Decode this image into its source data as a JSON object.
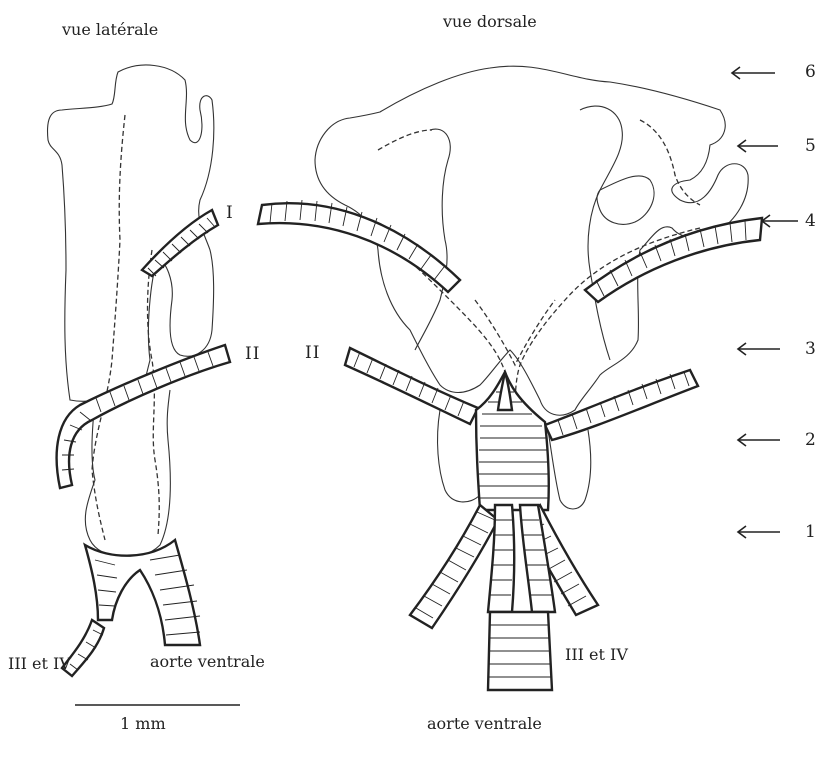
{
  "labels": {
    "lateral_view": "vue latérale",
    "dorsal_view": "vue dorsale",
    "arch_I": "I",
    "arch_II_left": "II",
    "arch_II_right": "II",
    "left_III_IV": "III et IV",
    "left_aorta": "aorte ventrale",
    "right_III_IV": "III et IV",
    "bottom_aorta": "aorte ventrale",
    "scale": "1 mm"
  },
  "level_markers": [
    "6",
    "5",
    "4",
    "3",
    "2",
    "1"
  ],
  "colors": {
    "ink": "#222222",
    "background": "#ffffff"
  }
}
